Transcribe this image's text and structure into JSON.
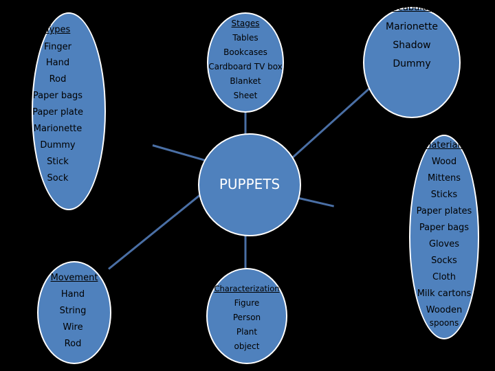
{
  "center": {
    "title": "PUPPETS"
  },
  "types": {
    "heading": "Types",
    "items": [
      "Finger",
      "Hand",
      "Rod",
      "Paper bags",
      "Paper plate",
      "Marionette",
      "Dummy",
      "Stick",
      "Sock"
    ]
  },
  "stages": {
    "heading": "Stages",
    "items": [
      "Tables",
      "Bookcases",
      "Cardboard TV box",
      "Blanket",
      "Sheet"
    ]
  },
  "vocabulary": {
    "heading": "Vocabulary",
    "items": [
      "Marionette",
      "Shadow",
      "Dummy"
    ]
  },
  "materials": {
    "heading": "Materials",
    "items": [
      "Wood",
      "Mittens",
      "Sticks",
      "Paper plates",
      "Paper bags",
      "Gloves",
      "Socks",
      "Cloth",
      "Milk cartons",
      "Wooden",
      "spoons"
    ]
  },
  "movement": {
    "heading": "Movement",
    "items": [
      "Hand",
      "String",
      "Wire",
      "Rod"
    ]
  },
  "characterization": {
    "heading": "Characterization",
    "items": [
      "Figure",
      "Person",
      "Plant",
      "object"
    ]
  },
  "colors": {
    "bubble": "#4f81bd",
    "connector": "#4a6fa5",
    "background": "#000000"
  }
}
